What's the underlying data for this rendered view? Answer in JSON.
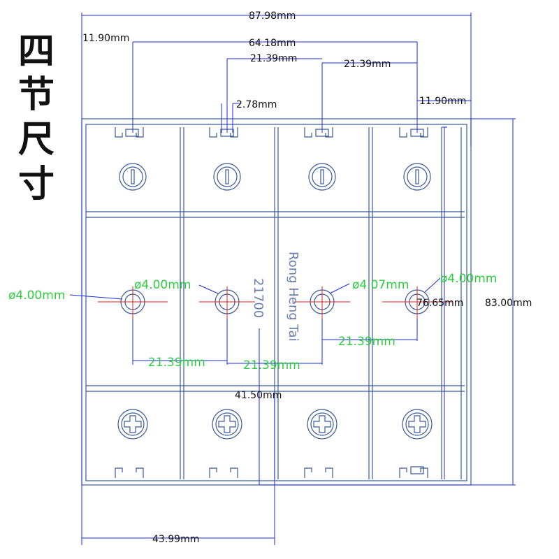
{
  "title_chars": [
    "四",
    "节",
    "尺",
    "寸"
  ],
  "dimensions": {
    "overall_width": "87.98mm",
    "span_outer_holes": "64.18mm",
    "pitch_top_left": "21.39mm",
    "pitch_top_right": "21.39mm",
    "margin_left": "11.90mm",
    "margin_right": "11.90mm",
    "tab_width": "2.78mm",
    "overall_height": "83.00mm",
    "inner_height": "76.65mm",
    "center_to_line": "41.50mm",
    "half_width": "43.99mm"
  },
  "hole_dims": {
    "hole_1": "ø4.00mm",
    "hole_2": "ø4.00mm",
    "hole_3": "ø4.07mm",
    "hole_4": "ø4.00mm",
    "pitch_12": "21.39mm",
    "pitch_23": "21.39mm",
    "pitch_34": "21.39mm"
  },
  "brand_text": "Rong Heng Tai",
  "model_text": "21700",
  "colors": {
    "outline": "#3b5998",
    "dim_line": "#1a2bd6",
    "green": "#2ecc40",
    "red": "#e02020"
  }
}
